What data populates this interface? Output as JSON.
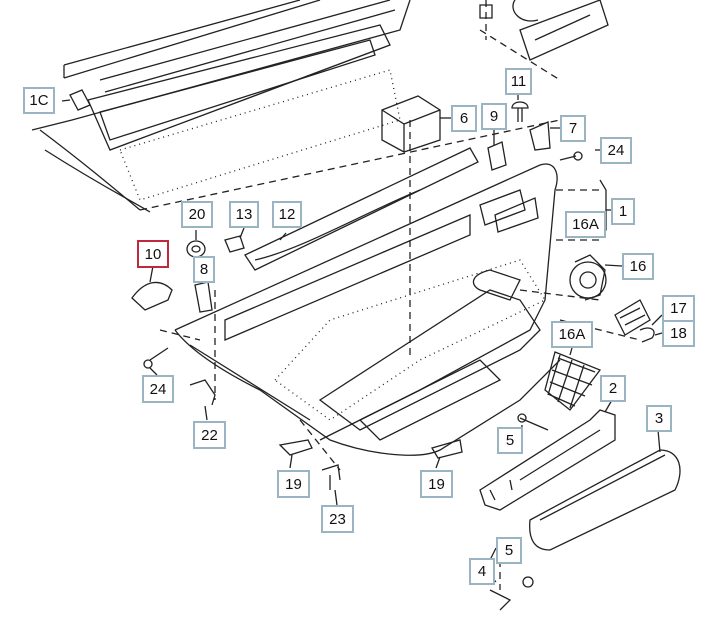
{
  "diagram": {
    "selected_callout": "10",
    "callouts": [
      {
        "id": "1C",
        "text": "1C"
      },
      {
        "id": "6",
        "text": "6"
      },
      {
        "id": "9",
        "text": "9"
      },
      {
        "id": "11",
        "text": "11"
      },
      {
        "id": "7",
        "text": "7"
      },
      {
        "id": "24a",
        "text": "24"
      },
      {
        "id": "20",
        "text": "20"
      },
      {
        "id": "13",
        "text": "13"
      },
      {
        "id": "12",
        "text": "12"
      },
      {
        "id": "16A_a",
        "text": "16A"
      },
      {
        "id": "1",
        "text": "1"
      },
      {
        "id": "10",
        "text": "10"
      },
      {
        "id": "8",
        "text": "8"
      },
      {
        "id": "16",
        "text": "16"
      },
      {
        "id": "17",
        "text": "17"
      },
      {
        "id": "18",
        "text": "18"
      },
      {
        "id": "16A_b",
        "text": "16A"
      },
      {
        "id": "24b",
        "text": "24"
      },
      {
        "id": "2",
        "text": "2"
      },
      {
        "id": "22",
        "text": "22"
      },
      {
        "id": "3",
        "text": "3"
      },
      {
        "id": "5a",
        "text": "5"
      },
      {
        "id": "19a",
        "text": "19"
      },
      {
        "id": "19b",
        "text": "19"
      },
      {
        "id": "23",
        "text": "23"
      },
      {
        "id": "5b",
        "text": "5"
      },
      {
        "id": "4",
        "text": "4"
      }
    ]
  },
  "colors": {
    "callout_border": "#9bb4c2",
    "selected_border": "#c0283e",
    "line": "#222222"
  }
}
